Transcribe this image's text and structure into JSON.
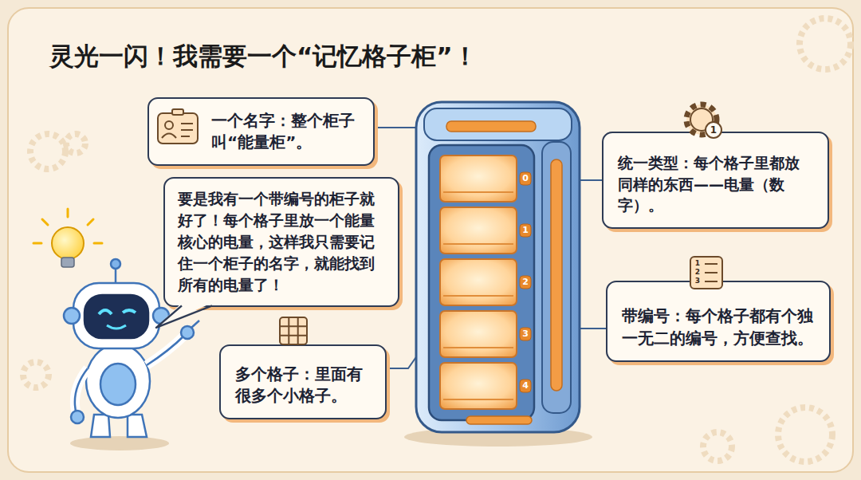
{
  "diagram": {
    "title": "灵光一闪！我需要一个“记忆格子柜”！",
    "nodes": [
      {
        "text": [
          "一个名字：整个柜子叫“能量柜”。"
        ]
      },
      {
        "text": [
          "要是我有一个带编号的柜子就好了！每个格子里放一个能量核心的电量，这样我只需要记住一个柜子的名字，就能找到所有的电量了！"
        ]
      },
      {
        "text": [
          "多个格子：里面有很多个小格子。"
        ]
      },
      {
        "text": [
          "统一类型：每个格子里都放同样的东西——电量（数字）。"
        ]
      },
      {
        "text": [
          "带编号：每个格子都有个独一无二的编号，方便查找。"
        ]
      }
    ],
    "labels": [
      "0",
      "1",
      "2",
      "3",
      "4",
      "1",
      "1",
      "2",
      "3"
    ]
  }
}
